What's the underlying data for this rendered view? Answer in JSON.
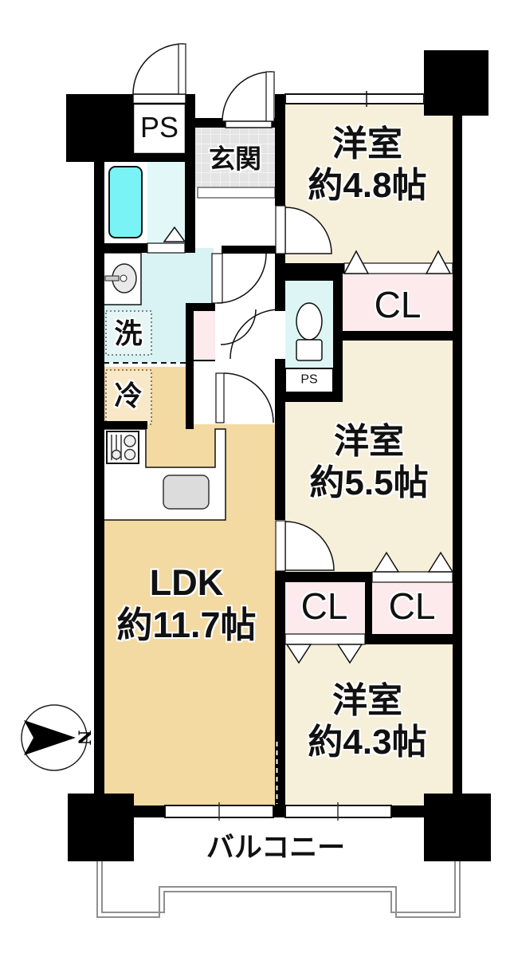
{
  "floor_plan": {
    "rooms": {
      "western_room_1": {
        "name": "洋室",
        "size": "約4.8帖"
      },
      "western_room_2": {
        "name": "洋室",
        "size": "約5.5帖"
      },
      "western_room_3": {
        "name": "洋室",
        "size": "約4.3帖"
      },
      "ldk": {
        "name": "LDK",
        "size": "約11.7帖"
      },
      "entrance": {
        "label": "玄関"
      },
      "balcony": {
        "label": "バルコニー"
      }
    },
    "closets": {
      "closet_top": {
        "label": "CL"
      },
      "closet_left": {
        "label": "CL"
      },
      "closet_right": {
        "label": "CL"
      }
    },
    "utilities": {
      "pipe_space_top": {
        "label": "PS"
      },
      "pipe_space_mid": {
        "label": "PS"
      },
      "washer_space": {
        "label": "洗"
      },
      "refrigerator_space": {
        "label": "冷"
      }
    },
    "compass": {
      "label": "N"
    },
    "palette": {
      "wall": "#000000",
      "western_room_floor": "#f6efda",
      "ldk_floor": "#f3d9a2",
      "wet_area_floor": "#d9f2f3",
      "bathtub": "#7af3f6",
      "closet_pink": "#fceaed",
      "entrance_tile": "#e4e4e4",
      "railing_gray": "#8f8f8f"
    }
  }
}
